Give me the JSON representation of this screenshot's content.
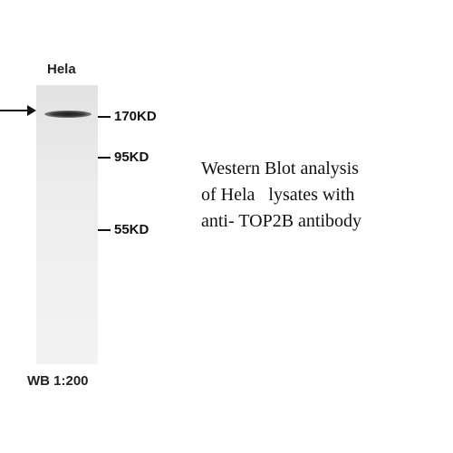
{
  "lane_label": "Hela",
  "markers": [
    {
      "label": "170KD",
      "mw": 170
    },
    {
      "label": "95KD",
      "mw": 95
    },
    {
      "label": "55KD",
      "mw": 55
    }
  ],
  "caption": [
    "Western Blot analysis",
    "of Hela   lysates with",
    "anti- TOP2B antibody"
  ],
  "dilution": "WB 1:200",
  "colors": {
    "background": "#ffffff",
    "band": "#1c1c1c",
    "text": "#111111"
  }
}
